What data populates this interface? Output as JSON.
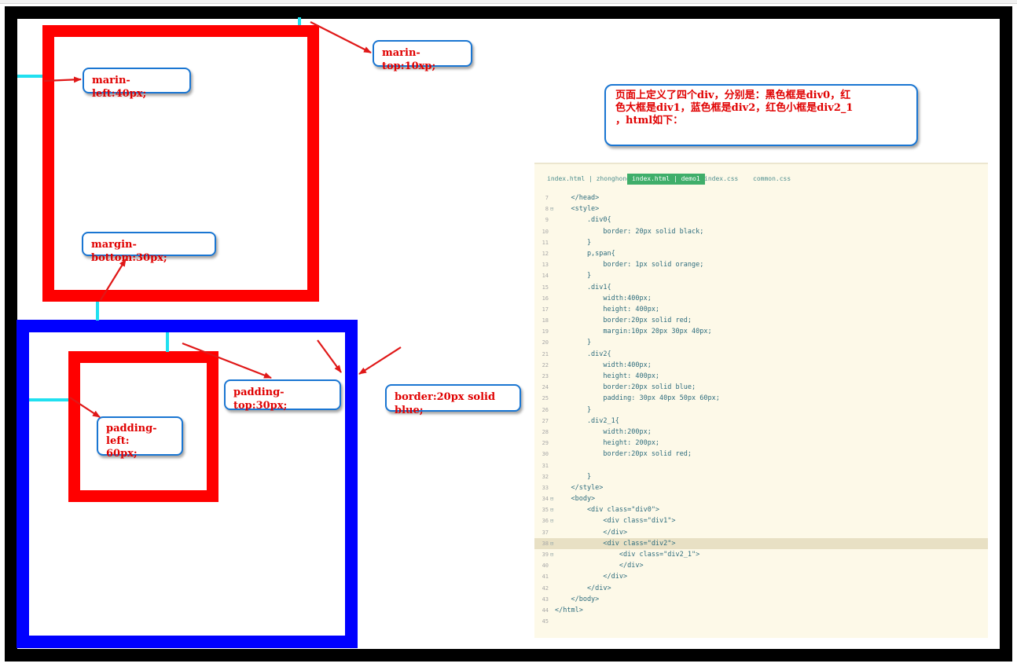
{
  "labels": {
    "margin_top": "marin-top:10xp;",
    "margin_left": "marin-left:40px;",
    "margin_bottom": "margin-bottom:30px;",
    "padding_top": "padding-top:30px;",
    "padding_left_1": "padding-left:",
    "padding_left_2": "60px;",
    "border": "border:20px solid blue;"
  },
  "note": {
    "line1": "页面上定义了四个div，分别是：黑色框是div0，红",
    "line2": "色大框是div1，蓝色框是div2，红色小框是div2_1",
    "line3": "，html如下："
  },
  "editor": {
    "tabs": [
      "index.html | zhonghong",
      "index.html | demo1",
      "index.css",
      "common.css"
    ],
    "active_tab": 1,
    "highlight_line": "38",
    "lines": [
      {
        "n": "7",
        "f": "",
        "t": "    </head>"
      },
      {
        "n": "8",
        "f": "⊟",
        "t": "    <style>"
      },
      {
        "n": "9",
        "f": "",
        "t": "        .div0{"
      },
      {
        "n": "10",
        "f": "",
        "t": "            border: 20px solid black;"
      },
      {
        "n": "11",
        "f": "",
        "t": "        }"
      },
      {
        "n": "12",
        "f": "",
        "t": "        p,span{"
      },
      {
        "n": "13",
        "f": "",
        "t": "            border: 1px solid orange;"
      },
      {
        "n": "14",
        "f": "",
        "t": "        }"
      },
      {
        "n": "15",
        "f": "",
        "t": "        .div1{"
      },
      {
        "n": "16",
        "f": "",
        "t": "            width:400px;"
      },
      {
        "n": "17",
        "f": "",
        "t": "            height: 400px;"
      },
      {
        "n": "18",
        "f": "",
        "t": "            border:20px solid red;"
      },
      {
        "n": "19",
        "f": "",
        "t": "            margin:10px 20px 30px 40px;"
      },
      {
        "n": "20",
        "f": "",
        "t": "        }"
      },
      {
        "n": "21",
        "f": "",
        "t": "        .div2{"
      },
      {
        "n": "22",
        "f": "",
        "t": "            width:400px;"
      },
      {
        "n": "23",
        "f": "",
        "t": "            height: 400px;"
      },
      {
        "n": "24",
        "f": "",
        "t": "            border:20px solid blue;"
      },
      {
        "n": "25",
        "f": "",
        "t": "            padding: 30px 40px 50px 60px;"
      },
      {
        "n": "26",
        "f": "",
        "t": "        }"
      },
      {
        "n": "27",
        "f": "",
        "t": "        .div2_1{"
      },
      {
        "n": "28",
        "f": "",
        "t": "            width:200px;"
      },
      {
        "n": "29",
        "f": "",
        "t": "            height: 200px;"
      },
      {
        "n": "30",
        "f": "",
        "t": "            border:20px solid red;"
      },
      {
        "n": "31",
        "f": "",
        "t": ""
      },
      {
        "n": "32",
        "f": "",
        "t": "        }"
      },
      {
        "n": "33",
        "f": "",
        "t": "    </style>"
      },
      {
        "n": "34",
        "f": "⊟",
        "t": "    <body>"
      },
      {
        "n": "35",
        "f": "⊟",
        "t": "        <div class=\"div0\">"
      },
      {
        "n": "36",
        "f": "⊟",
        "t": "            <div class=\"div1\">"
      },
      {
        "n": "37",
        "f": "",
        "t": "            </div>"
      },
      {
        "n": "38",
        "f": "⊟",
        "t": "            <div class=\"div2\">"
      },
      {
        "n": "39",
        "f": "⊟",
        "t": "                <div class=\"div2_1\">"
      },
      {
        "n": "40",
        "f": "",
        "t": "                </div>"
      },
      {
        "n": "41",
        "f": "",
        "t": "            </div>"
      },
      {
        "n": "42",
        "f": "",
        "t": "        </div>"
      },
      {
        "n": "43",
        "f": "",
        "t": "    </body>"
      },
      {
        "n": "44",
        "f": "",
        "t": "</html>"
      },
      {
        "n": "45",
        "f": "",
        "t": ""
      }
    ]
  },
  "colors": {
    "frame": "#000000",
    "div1_border": "#ff0000",
    "div2_border": "#0000ff",
    "marker": "#20e0f0",
    "label_text": "#e00000",
    "callout_border": "#1a76d2",
    "arrow": "#e01818"
  }
}
